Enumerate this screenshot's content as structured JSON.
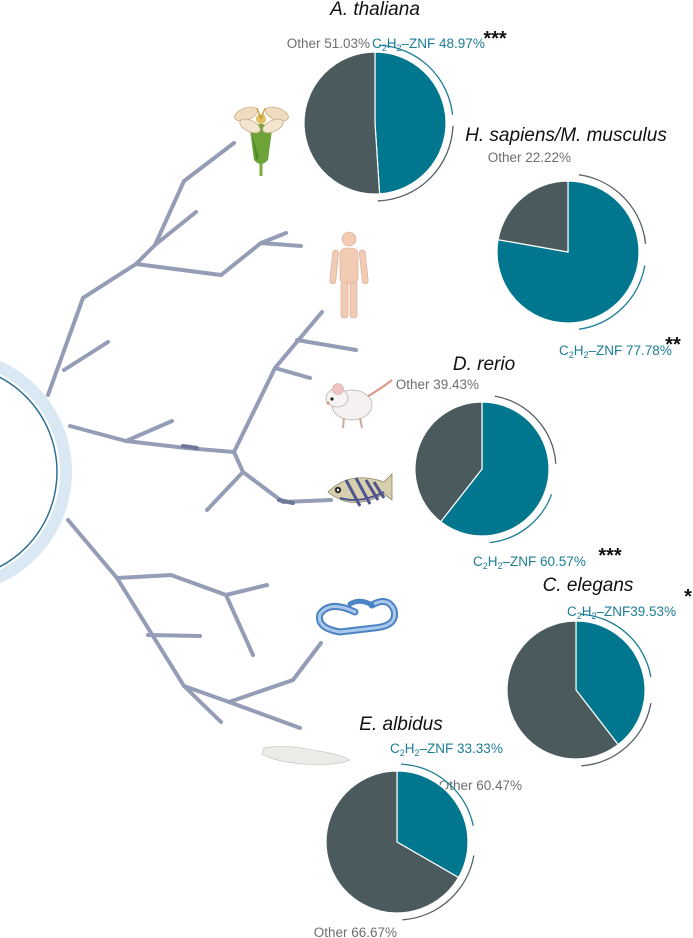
{
  "colors": {
    "znf": "#00768f",
    "other": "#4a5a5d",
    "znf_text": "#1c7d95",
    "other_text": "#6b6f72",
    "tree": "#949cb6",
    "bracket_znf": "#1c7d95",
    "bracket_other": "#555f62"
  },
  "icons": [
    "flower-icon",
    "human-icon",
    "mouse-icon",
    "zebrafish-icon",
    "nematode-icon",
    "planarian-icon"
  ],
  "chart_data": [
    {
      "type": "pie",
      "title": "A. thaliana",
      "significance": "***",
      "series": [
        {
          "values": [
            48.97,
            51.03
          ]
        }
      ],
      "categories": [
        "C2H2–ZNF",
        "Other"
      ],
      "label_parts": [
        {
          "pre": "C",
          "sub1": "2",
          "mid": "H",
          "sub2": "2",
          "post": "–ZNF 48.97%"
        },
        {
          "text": "Other 51.03%"
        }
      ]
    },
    {
      "type": "pie",
      "title": "H. sapiens/M. musculus",
      "significance": "**",
      "series": [
        {
          "values": [
            77.78,
            22.22
          ]
        }
      ],
      "categories": [
        "C2H2–ZNF",
        "Other"
      ],
      "label_parts": [
        {
          "pre": "C",
          "sub1": "2",
          "mid": "H",
          "sub2": "2",
          "post": "–ZNF 77.78%"
        },
        {
          "text": "Other 22.22%"
        }
      ]
    },
    {
      "type": "pie",
      "title": "D. rerio",
      "significance": "***",
      "series": [
        {
          "values": [
            60.57,
            39.43
          ]
        }
      ],
      "categories": [
        "C2H2–ZNF",
        "Other"
      ],
      "label_parts": [
        {
          "pre": "C",
          "sub1": "2",
          "mid": "H",
          "sub2": "2",
          "post": "–ZNF 60.57%"
        },
        {
          "text": "Other 39.43%"
        }
      ]
    },
    {
      "type": "pie",
      "title": "C. elegans",
      "significance": "*",
      "series": [
        {
          "values": [
            39.53,
            60.47
          ]
        }
      ],
      "categories": [
        "C2H2–ZNF",
        "Other"
      ],
      "label_parts": [
        {
          "pre": "C",
          "sub1": "2",
          "mid": "H",
          "sub2": "2",
          "post": "–ZNF39.53%"
        },
        {
          "text": "Other 60.47%"
        }
      ]
    },
    {
      "type": "pie",
      "title": "E. albidus",
      "significance": "",
      "series": [
        {
          "values": [
            33.33,
            66.67
          ]
        }
      ],
      "categories": [
        "C2H2–ZNF",
        "Other"
      ],
      "label_parts": [
        {
          "pre": "C",
          "sub1": "2",
          "mid": "H",
          "sub2": "2",
          "post": "–ZNF 33.33%"
        },
        {
          "text": "Other 66.67%"
        }
      ]
    }
  ]
}
